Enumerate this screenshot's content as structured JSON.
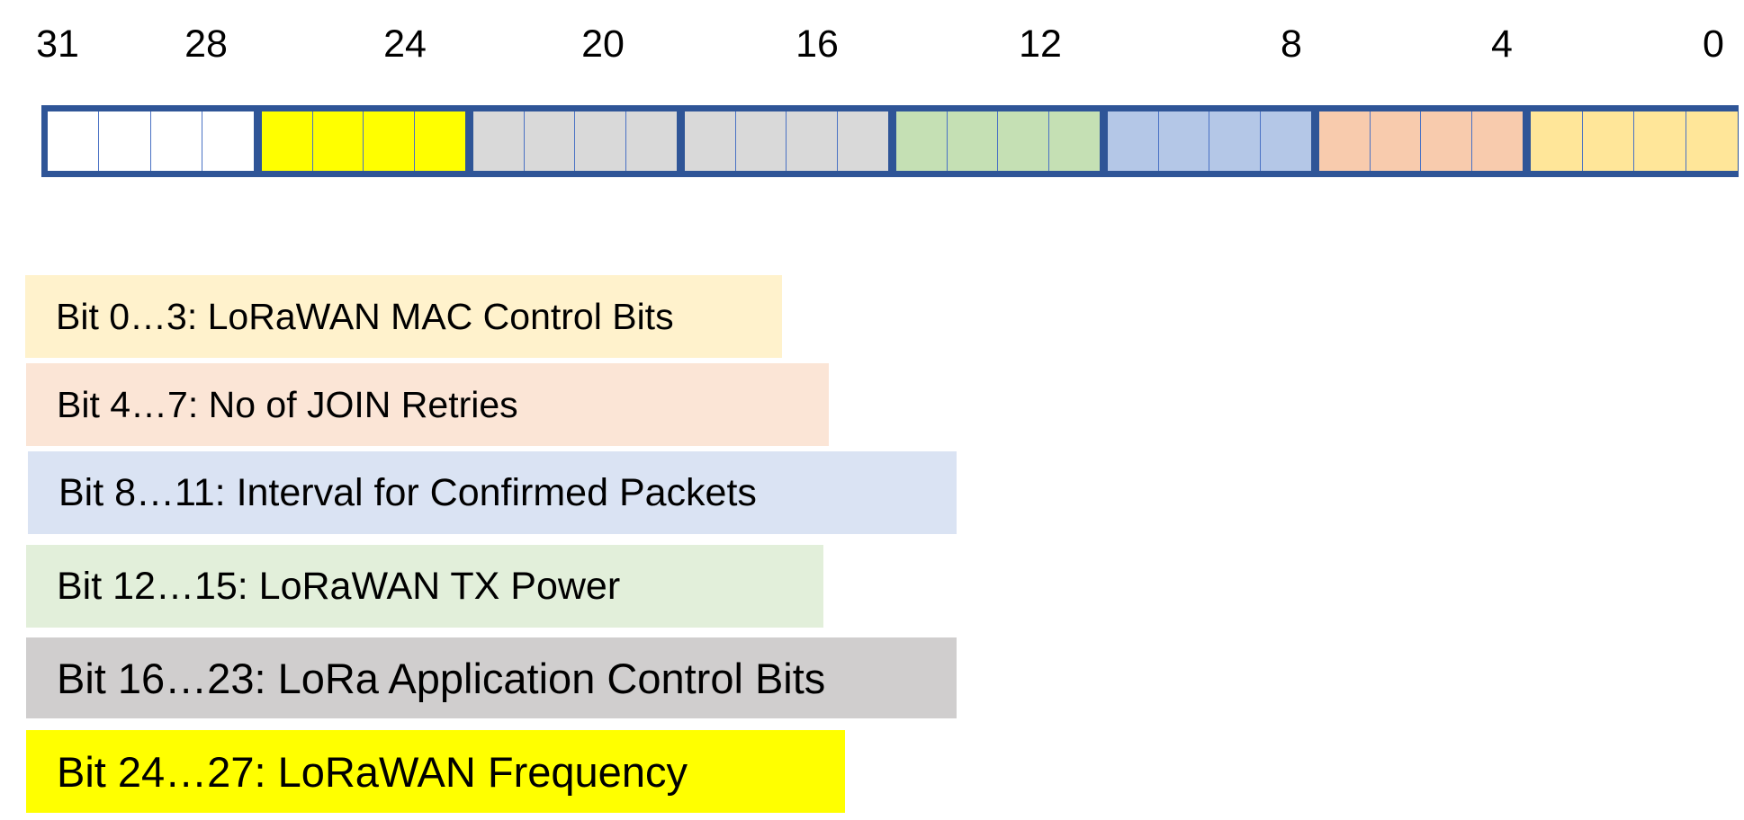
{
  "tick_labels": [
    "31",
    "28",
    "24",
    "20",
    "16",
    "12",
    "8",
    "4",
    "0"
  ],
  "register": {
    "groups": [
      {
        "bits": [
          31,
          30,
          29,
          28
        ],
        "color": "#ffffff"
      },
      {
        "bits": [
          27,
          26,
          25,
          24
        ],
        "color": "#ffff00"
      },
      {
        "bits": [
          23,
          22,
          21,
          20
        ],
        "color": "#d9d9d9"
      },
      {
        "bits": [
          19,
          18,
          17,
          16
        ],
        "color": "#d9d9d9"
      },
      {
        "bits": [
          15,
          14,
          13,
          12
        ],
        "color": "#c5e0b4"
      },
      {
        "bits": [
          11,
          10,
          9,
          8
        ],
        "color": "#b4c7e7"
      },
      {
        "bits": [
          7,
          6,
          5,
          4
        ],
        "color": "#f8cbad"
      },
      {
        "bits": [
          3,
          2,
          1,
          0
        ],
        "color": "#ffe699"
      }
    ],
    "border_color": "#2f5597"
  },
  "legend": [
    {
      "label": "Bit 0…3: LoRaWAN MAC Control Bits",
      "color": "#fff2cc"
    },
    {
      "label": "Bit 4…7: No of JOIN Retries",
      "color": "#fbe5d6"
    },
    {
      "label": "Bit 8…11: Interval for Confirmed Packets",
      "color": "#dae3f3"
    },
    {
      "label": "Bit 12…15: LoRaWAN TX Power",
      "color": "#e2efda"
    },
    {
      "label": "Bit 16…23: LoRa Application Control Bits",
      "color": "#d0cece"
    },
    {
      "label": "Bit 24…27: LoRaWAN Frequency",
      "color": "#ffff00"
    }
  ]
}
